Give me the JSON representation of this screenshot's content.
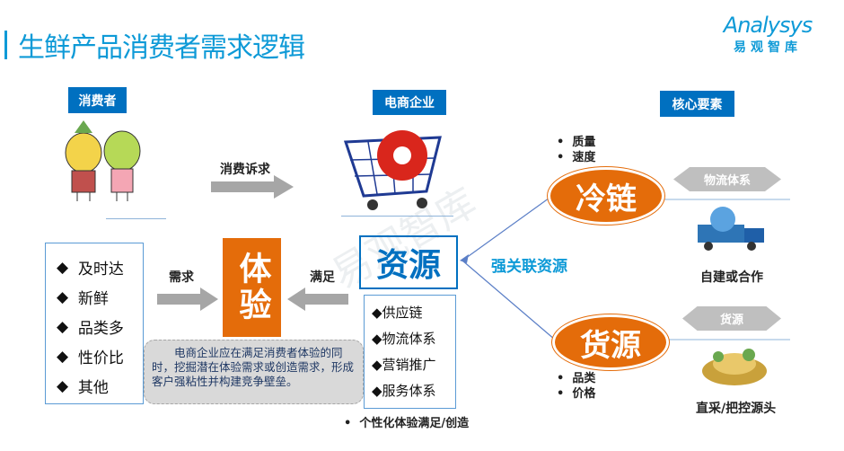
{
  "title": "生鲜产品消费者需求逻辑",
  "logo": {
    "en": "Analysys",
    "cn": "易观智库"
  },
  "watermark": "易观智库",
  "tags": {
    "consumer": "消费者",
    "ecommerce": "电商企业",
    "core": "核心要素"
  },
  "arrows": {
    "appeal": "消费诉求",
    "demand": "需求",
    "satisfy": "满足"
  },
  "consumer_needs": [
    "及时达",
    "新鲜",
    "品类多",
    "性价比",
    "其他"
  ],
  "experience": "体验",
  "resources": "资源",
  "resource_items": [
    "供应链",
    "物流体系",
    "营销推广",
    "服务体系"
  ],
  "note": "电商企业应在满足消费者体验的同时，挖掘潜在体验需求或创造需求，形成客户强粘性并构建竞争壁垒。",
  "personalized": "个性化体验满足/创造",
  "strong_link": "强关联资源",
  "cold_chain": {
    "label": "冷链",
    "bullets": [
      "质量",
      "速度"
    ],
    "system": "物流体系",
    "caption": "自建或合作"
  },
  "supply": {
    "label": "货源",
    "bullets": [
      "品类",
      "价格"
    ],
    "system": "货源",
    "caption": "直采/把控源头"
  },
  "colors": {
    "blue": "#0070c0",
    "orange": "#e46c0a",
    "title": "#0e9ad7"
  }
}
